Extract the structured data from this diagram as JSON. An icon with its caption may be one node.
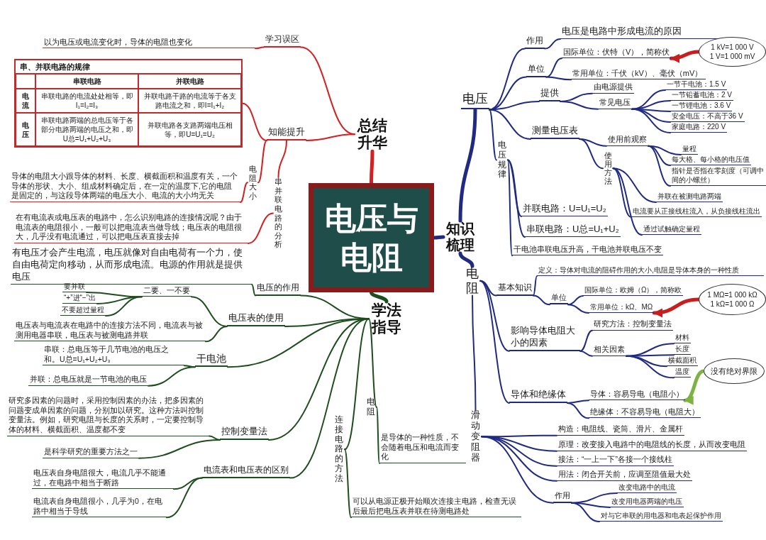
{
  "diagram": {
    "nodes": [
      {
        "text": [
          "电压与电阻"
        ]
      },
      {
        "text": [
          "总结升华"
        ]
      },
      {
        "text": [
          "学习误区"
        ]
      },
      {
        "text": [
          "以为电压或电流变化时，导体的电阻也变化"
        ]
      },
      {
        "text": [
          "知能提升"
        ]
      },
      {
        "text": [
          "串、并联电路的规律",
          "串联电路",
          "并联电路",
          "电流",
          "串联电路的电流处处相等，即I₁=I₂=I₃",
          "并联电路干路的电流等于各支路电流之和，即I=I₁+I₂",
          "电压",
          "串联电路两端的总电压等于各部分电路两端的电压之和，即U总=U₁+U₂+U₃",
          "并联电路各支路两端电压相等，即U=U₁=U₂"
        ]
      },
      {
        "text": [
          "电阻大小"
        ]
      },
      {
        "text": [
          "导体的电阻大小跟导体的材料、长度、横截面积和温度有关，一个导体的形状、大小、组成材料确定后，在一定的温度下,它的电阻是固定的，与这段导体两端的电压大小、电流的大小均无关"
        ]
      },
      {
        "text": [
          "串并联电路的分析"
        ]
      },
      {
        "text": [
          "在有电流表或电压表的电路中，怎么识别电路的连接情况呢？由于电流表的电阻很小，一般可以把电流表当做导线；电压表的电阻很大，几乎没有电流通过，可以把电压表直接去掉"
        ]
      },
      {
        "text": [
          "知识梳理"
        ]
      },
      {
        "text": [
          "电压"
        ]
      },
      {
        "text": [
          "作用"
        ]
      },
      {
        "text": [
          "电压是电路中形成电流的原因"
        ]
      },
      {
        "text": [
          "单位"
        ]
      },
      {
        "text": [
          "国际单位：伏特（V），简称伏"
        ]
      },
      {
        "text": [
          "常用单位：千伏（kV）、毫伏（mV）"
        ]
      },
      {
        "text": [
          "1 kV=1 000 V",
          "1 V=1 000 mV"
        ]
      },
      {
        "text": [
          "提供"
        ]
      },
      {
        "text": [
          "由电源提供"
        ]
      },
      {
        "text": [
          "常见电压"
        ]
      },
      {
        "text": [
          "一节干电池：1.5 V"
        ]
      },
      {
        "text": [
          "一节铅蓄电池：2 V"
        ]
      },
      {
        "text": [
          "一节锂电池：3.6 V"
        ]
      },
      {
        "text": [
          "安全电压：不高于36 V"
        ]
      },
      {
        "text": [
          "家庭电路：220 V"
        ]
      },
      {
        "text": [
          "测量电压表"
        ]
      },
      {
        "text": [
          "使用前观察"
        ]
      },
      {
        "text": [
          "量程"
        ]
      },
      {
        "text": [
          "每大格、每小格的电压值"
        ]
      },
      {
        "text": [
          "指针是否指在零刻度（可调中间的小螺丝）"
        ]
      },
      {
        "text": [
          "使用方法"
        ]
      },
      {
        "text": [
          "并联在被测电路两端"
        ]
      },
      {
        "text": [
          "电流要从正接线柱流入，从负接线柱流出"
        ]
      },
      {
        "text": [
          "通过试触确定量程"
        ]
      },
      {
        "text": [
          "电压规律"
        ]
      },
      {
        "text": [
          "并联电路：U=U₁=U₂"
        ]
      },
      {
        "text": [
          "串联电路：U总=U₁+U₂"
        ]
      },
      {
        "text": [
          "干电池串联电压升高，干电池并联电压不变"
        ]
      },
      {
        "text": [
          "电阻"
        ]
      },
      {
        "text": [
          "基本知识"
        ]
      },
      {
        "text": [
          "定义：导体对电流的阻碍作用的大小,电阻是导体本身的一种性质"
        ]
      },
      {
        "text": [
          "单位"
        ]
      },
      {
        "text": [
          "国际单位：欧姆（Ω），简称欧"
        ]
      },
      {
        "text": [
          "常用单位：kΩ、MΩ"
        ]
      },
      {
        "text": [
          "1 MΩ=1 000 kΩ",
          "1 kΩ=1 000 Ω"
        ]
      },
      {
        "text": [
          "影响导体电阻大小的因素"
        ]
      },
      {
        "text": [
          "研究方法：控制变量法"
        ]
      },
      {
        "text": [
          "相关因素"
        ]
      },
      {
        "text": [
          "材料"
        ]
      },
      {
        "text": [
          "长度"
        ]
      },
      {
        "text": [
          "横截面积"
        ]
      },
      {
        "text": [
          "温度"
        ]
      },
      {
        "text": [
          "导体和绝缘体"
        ]
      },
      {
        "text": [
          "导体：容易导电（电阻小）"
        ]
      },
      {
        "text": [
          "绝缘体：不容易导电（电阻大）"
        ]
      },
      {
        "text": [
          "没有绝对界限"
        ]
      },
      {
        "text": [
          "滑动变阻器"
        ]
      },
      {
        "text": [
          "构造：电阻线、瓷筒、滑片、金属杆"
        ]
      },
      {
        "text": [
          "原理：改变接入电路中的电阻线的长度，从而改变电阻"
        ]
      },
      {
        "text": [
          "接法：“一上一下”各接一个接线柱"
        ]
      },
      {
        "text": [
          "用法：闭合开关前，应调至阻值最大处"
        ]
      },
      {
        "text": [
          "作用"
        ]
      },
      {
        "text": [
          "改变电路中的电流"
        ]
      },
      {
        "text": [
          "改变用电器两端的电压"
        ]
      },
      {
        "text": [
          "对与它串联的用电器和电表起保护作用"
        ]
      },
      {
        "text": [
          "学法指导"
        ]
      },
      {
        "text": [
          "电压的作用"
        ]
      },
      {
        "text": [
          "有电压才会产生电流，电压就像对自由电荷有一个力，使自由电荷定向移动，从而形成电流。电源的作用就是提供电压"
        ]
      },
      {
        "text": [
          "电压表的使用"
        ]
      },
      {
        "text": [
          "二要、一不要"
        ]
      },
      {
        "text": [
          "要并联"
        ]
      },
      {
        "text": [
          "“+”进“−”出"
        ]
      },
      {
        "text": [
          "不要超过量程"
        ]
      },
      {
        "text": [
          "电压表与电流表在电路中的连接方法不同，电流表与被测用电器串联，电压表与被测电路并联"
        ]
      },
      {
        "text": [
          "干电池"
        ]
      },
      {
        "text": [
          "串联：总电压等于几节电池的电压之和。U总=U₁+U₂+U₃"
        ]
      },
      {
        "text": [
          "并联：总电压就是一节电池的电压"
        ]
      },
      {
        "text": [
          "控制变量法"
        ]
      },
      {
        "text": [
          "研究多因素的问题时，采用控制因素的办法，把多因素的问题变成单因素的问题，分别加以研究。这种方法叫控制变量法。例如，研究电阻与长度的关系时，一定要控制导体的材料、横截面积、温度都不变"
        ]
      },
      {
        "text": [
          "是科学研究的重要方法之一"
        ]
      },
      {
        "text": [
          "电流表和电压表的区别"
        ]
      },
      {
        "text": [
          "电压表自身电阻很大，电流几乎不能通过，在电路中相当于断路"
        ]
      },
      {
        "text": [
          "电流表自身电阻很小，几乎为0，在电路中相当于导线"
        ]
      },
      {
        "text": [
          "连接电路的方法"
        ]
      },
      {
        "text": [
          "可以从电源正极开始顺次连接主电路，检查无误后最后把电压表并联在待测电路处"
        ]
      },
      {
        "text": [
          "电阻"
        ]
      },
      {
        "text": [
          "是导体的一种性质，不会随着电压和电流而变化"
        ]
      }
    ],
    "edges": [
      {
        "from": 3,
        "to": 2,
        "arrow": "none",
        "color": "#d42020"
      },
      {
        "from": 2,
        "to": 1,
        "arrow": "none",
        "color": "#d42020"
      },
      {
        "from": 5,
        "to": 4,
        "arrow": "none",
        "color": "#d42020"
      },
      {
        "from": 4,
        "to": 1,
        "arrow": "none",
        "color": "#d42020"
      },
      {
        "from": 7,
        "to": 6,
        "arrow": "none",
        "color": "#d42020"
      },
      {
        "from": 6,
        "to": 4,
        "arrow": "none",
        "color": "#d42020"
      },
      {
        "from": 9,
        "to": 8,
        "arrow": "none",
        "color": "#d42020"
      },
      {
        "from": 8,
        "to": 4,
        "arrow": "none",
        "color": "#d42020"
      },
      {
        "from": 1,
        "to": 0,
        "arrow": "none",
        "style": "thick",
        "color": "#d42020"
      },
      {
        "from": 0,
        "to": 10,
        "arrow": "none",
        "style": "thick"
      },
      {
        "from": 10,
        "to": 11,
        "arrow": "none",
        "style": "thick"
      },
      {
        "from": 10,
        "to": 39,
        "arrow": "none",
        "style": "thick"
      },
      {
        "from": 11,
        "to": 12,
        "arrow": "none"
      },
      {
        "from": 12,
        "to": 13,
        "arrow": "none"
      },
      {
        "from": 11,
        "to": 14,
        "arrow": "none"
      },
      {
        "from": 14,
        "to": 15,
        "arrow": "none"
      },
      {
        "from": 14,
        "to": 16,
        "arrow": "none"
      },
      {
        "from": 17,
        "to": 15,
        "arrow": "to",
        "style": "thick",
        "color": "#c81e1e"
      },
      {
        "from": 11,
        "to": 18,
        "arrow": "none"
      },
      {
        "from": 18,
        "to": 19,
        "arrow": "none"
      },
      {
        "from": 18,
        "to": 20,
        "arrow": "none"
      },
      {
        "from": 20,
        "to": 21,
        "arrow": "none"
      },
      {
        "from": 20,
        "to": 22,
        "arrow": "none"
      },
      {
        "from": 20,
        "to": 23,
        "arrow": "none"
      },
      {
        "from": 20,
        "to": 24,
        "arrow": "none"
      },
      {
        "from": 20,
        "to": 25,
        "arrow": "none"
      },
      {
        "from": 11,
        "to": 26,
        "arrow": "none"
      },
      {
        "from": 26,
        "to": 27,
        "arrow": "none"
      },
      {
        "from": 27,
        "to": 28,
        "arrow": "none"
      },
      {
        "from": 27,
        "to": 29,
        "arrow": "none"
      },
      {
        "from": 27,
        "to": 30,
        "arrow": "none"
      },
      {
        "from": 26,
        "to": 31,
        "arrow": "none"
      },
      {
        "from": 31,
        "to": 32,
        "arrow": "none"
      },
      {
        "from": 31,
        "to": 33,
        "arrow": "none"
      },
      {
        "from": 31,
        "to": 34,
        "arrow": "none"
      },
      {
        "from": 11,
        "to": 35,
        "arrow": "none"
      },
      {
        "from": 35,
        "to": 36,
        "arrow": "none"
      },
      {
        "from": 35,
        "to": 37,
        "arrow": "none"
      },
      {
        "from": 35,
        "to": 38,
        "arrow": "none"
      },
      {
        "from": 39,
        "to": 40,
        "arrow": "none"
      },
      {
        "from": 40,
        "to": 41,
        "arrow": "none"
      },
      {
        "from": 40,
        "to": 42,
        "arrow": "none"
      },
      {
        "from": 42,
        "to": 43,
        "arrow": "none"
      },
      {
        "from": 42,
        "to": 44,
        "arrow": "none"
      },
      {
        "from": 45,
        "to": 44,
        "arrow": "to",
        "style": "thick",
        "color": "#c81e1e"
      },
      {
        "from": 39,
        "to": 46,
        "arrow": "none"
      },
      {
        "from": 46,
        "to": 47,
        "arrow": "none"
      },
      {
        "from": 46,
        "to": 48,
        "arrow": "none"
      },
      {
        "from": 48,
        "to": 49,
        "arrow": "none"
      },
      {
        "from": 48,
        "to": 50,
        "arrow": "none"
      },
      {
        "from": 48,
        "to": 51,
        "arrow": "none"
      },
      {
        "from": 48,
        "to": 52,
        "arrow": "none"
      },
      {
        "from": 39,
        "to": 53,
        "arrow": "none"
      },
      {
        "from": 53,
        "to": 54,
        "arrow": "none"
      },
      {
        "from": 53,
        "to": 55,
        "arrow": "none"
      },
      {
        "from": 56,
        "to": 54,
        "arrow": "to",
        "style": "thick",
        "color": "#7cb342"
      },
      {
        "from": 39,
        "to": 57,
        "arrow": "none"
      },
      {
        "from": 57,
        "to": 58,
        "arrow": "none"
      },
      {
        "from": 57,
        "to": 59,
        "arrow": "none"
      },
      {
        "from": 57,
        "to": 60,
        "arrow": "none"
      },
      {
        "from": 57,
        "to": 61,
        "arrow": "none"
      },
      {
        "from": 57,
        "to": 62,
        "arrow": "none"
      },
      {
        "from": 62,
        "to": 63,
        "arrow": "none"
      },
      {
        "from": 62,
        "to": 64,
        "arrow": "none"
      },
      {
        "from": 62,
        "to": 65,
        "arrow": "none"
      },
      {
        "from": 66,
        "to": 0,
        "arrow": "none",
        "style": "thick",
        "color": "#1e4d1e"
      },
      {
        "from": 67,
        "to": 66,
        "arrow": "none",
        "color": "#1e4d1e"
      },
      {
        "from": 68,
        "to": 67,
        "arrow": "none",
        "color": "#1e4d1e"
      },
      {
        "from": 69,
        "to": 66,
        "arrow": "none",
        "color": "#1e4d1e"
      },
      {
        "from": 70,
        "to": 69,
        "arrow": "none",
        "color": "#1e4d1e"
      },
      {
        "from": 71,
        "to": 70,
        "arrow": "none",
        "color": "#1e4d1e"
      },
      {
        "from": 72,
        "to": 70,
        "arrow": "none",
        "color": "#1e4d1e"
      },
      {
        "from": 73,
        "to": 70,
        "arrow": "none",
        "color": "#1e4d1e"
      },
      {
        "from": 74,
        "to": 69,
        "arrow": "none",
        "color": "#1e4d1e"
      },
      {
        "from": 75,
        "to": 66,
        "arrow": "none",
        "color": "#1e4d1e"
      },
      {
        "from": 76,
        "to": 75,
        "arrow": "none",
        "color": "#1e4d1e"
      },
      {
        "from": 77,
        "to": 75,
        "arrow": "none",
        "color": "#1e4d1e"
      },
      {
        "from": 78,
        "to": 66,
        "arrow": "none",
        "color": "#1e4d1e"
      },
      {
        "from": 79,
        "to": 78,
        "arrow": "none",
        "color": "#1e4d1e"
      },
      {
        "from": 80,
        "to": 78,
        "arrow": "none",
        "color": "#1e4d1e"
      },
      {
        "from": 81,
        "to": 66,
        "arrow": "none",
        "color": "#1e4d1e"
      },
      {
        "from": 82,
        "to": 81,
        "arrow": "none",
        "color": "#1e4d1e"
      },
      {
        "from": 83,
        "to": 81,
        "arrow": "none",
        "color": "#1e4d1e"
      },
      {
        "from": 84,
        "to": 66,
        "arrow": "none",
        "color": "#1e4d1e"
      },
      {
        "from": 85,
        "to": 84,
        "arrow": "none",
        "color": "#1e4d1e"
      },
      {
        "from": 86,
        "to": 66,
        "arrow": "none",
        "color": "#1e4d1e"
      },
      {
        "from": 87,
        "to": 86,
        "arrow": "none",
        "color": "#1e4d1e"
      }
    ]
  }
}
